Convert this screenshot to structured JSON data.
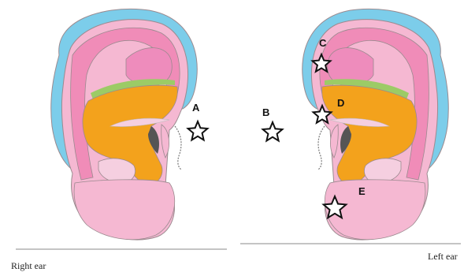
{
  "colors": {
    "helix_outer": "#7ccdea",
    "helix_inner": "#f08cb8",
    "ear_body": "#f5b8d2",
    "fossa": "#ee8cbc",
    "concha": "#f3a21c",
    "antihelix_ridge": "#9ccb66",
    "canal": "#555555",
    "outline": "#9b8a8f"
  },
  "markers": [
    {
      "id": "A",
      "label": "A",
      "ear": "right"
    },
    {
      "id": "B",
      "label": "B",
      "ear": "left"
    },
    {
      "id": "C",
      "label": "C",
      "ear": "left"
    },
    {
      "id": "D",
      "label": "D",
      "ear": "left"
    },
    {
      "id": "E",
      "label": "E",
      "ear": "left"
    }
  ],
  "captions": {
    "right_ear": "Right ear",
    "left_ear": "Left ear"
  }
}
